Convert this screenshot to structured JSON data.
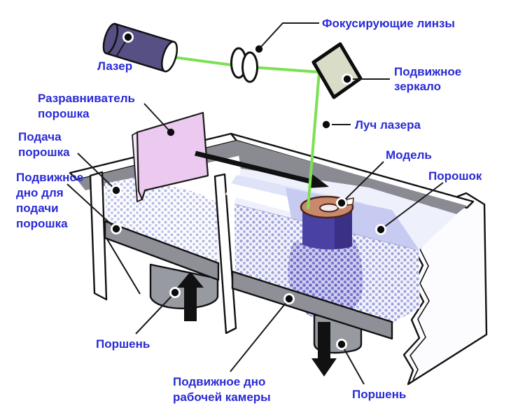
{
  "diagram_type": "sls-3d-printing-process-diagram",
  "labels": {
    "focusing_lenses": {
      "lines": [
        "Фокусирующие линзы"
      ]
    },
    "laser": {
      "lines": [
        "Лазер"
      ]
    },
    "movable_mirror": {
      "lines": [
        "Подвижное",
        "зеркало"
      ]
    },
    "laser_beam": {
      "lines": [
        "Луч лазера"
      ]
    },
    "powder_leveler": {
      "lines": [
        "Разравниватель",
        "порошка"
      ]
    },
    "powder_feed": {
      "lines": [
        "Подача",
        "порошка"
      ]
    },
    "movable_bottom_feed": {
      "lines": [
        "Подвижное",
        "дно для",
        "подачи",
        "порошка"
      ]
    },
    "model": {
      "lines": [
        "Модель"
      ]
    },
    "powder": {
      "lines": [
        "Порошок"
      ]
    },
    "piston_left": {
      "lines": [
        "Поршень"
      ]
    },
    "movable_bottom_chamber": {
      "lines": [
        "Подвижное дно",
        "рабочей камеры"
      ]
    },
    "piston_right": {
      "lines": [
        "Поршень"
      ]
    }
  },
  "colors": {
    "label_text": "#2929d6",
    "laser_beam": "#7de052",
    "laser_body": "#575085",
    "mirror_fill": "#d9dcc6",
    "leveler_fill": "#ecc9ef",
    "model_body": "#4a41a4",
    "model_top": "#c8896d",
    "powder_dot": "#b4bae6",
    "sintered_dot": "#6d68c8",
    "metal_gray": "#8f8f98"
  }
}
